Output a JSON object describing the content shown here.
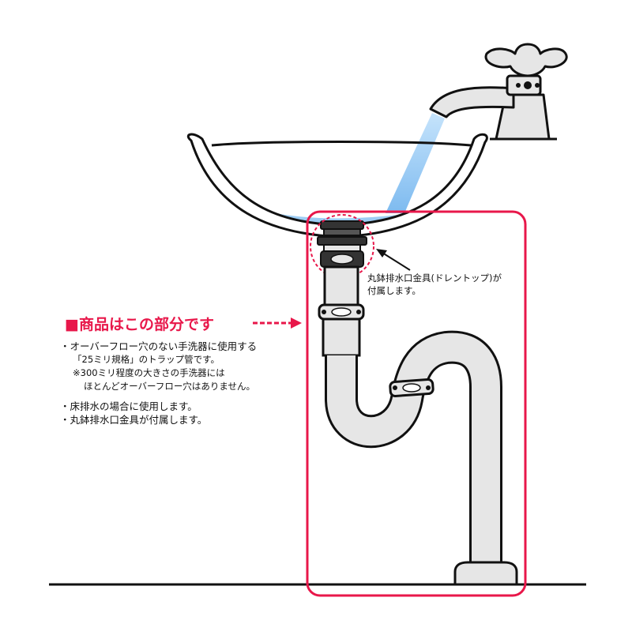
{
  "headline": "■商品はこの部分です",
  "bullets": {
    "line1": "・オーバーフロー穴のない手洗器に使用する",
    "line2": "「25ミリ規格」のトラップ管です。",
    "line3": "※300ミリ程度の大きさの手洗器には",
    "line4": "ほとんどオーバーフロー穴はありません。",
    "line5": "・床排水の場合に使用します。",
    "line6": "・丸鉢排水口金具が付属します。"
  },
  "callout": {
    "line1": "丸鉢排水口金具(ドレントップ)が",
    "line2": "付属します。"
  },
  "colors": {
    "highlight": "#e8174a",
    "pipe_fill": "#e6e6e6",
    "outline": "#111111",
    "water": "#8cc4f2"
  }
}
